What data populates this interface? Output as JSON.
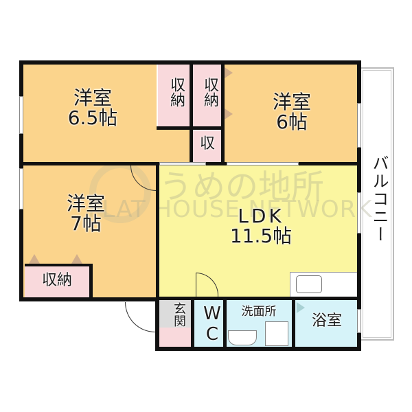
{
  "floorplan": {
    "rooms": {
      "western_6_5": {
        "name": "洋室",
        "size": "6.5帖"
      },
      "western_6": {
        "name": "洋室",
        "size": "6帖"
      },
      "western_7": {
        "name": "洋室",
        "size": "7帖"
      },
      "ldk": {
        "name": "LDK",
        "size": "11.5帖"
      },
      "closet_a": {
        "label": "収納"
      },
      "closet_b": {
        "label": "収納"
      },
      "closet_small": {
        "label": "収"
      },
      "closet_7": {
        "label": "収納"
      },
      "entrance": {
        "label": "玄関"
      },
      "wc": {
        "label": "WC"
      },
      "washroom": {
        "label": "洗面所"
      },
      "bathroom": {
        "label": "浴室"
      },
      "balcony": {
        "label": "バルコニー"
      }
    },
    "watermark": {
      "jp": "うめの地所",
      "en": "FLAT HOUSE NETWORK"
    },
    "colors": {
      "wall": "#111111",
      "western_room": "#fbd48c",
      "closet": "#f9d9dc",
      "ldk": "#fbf6a0",
      "water_area": "#d6f3f9",
      "entrance": "#dcdcdc"
    }
  }
}
